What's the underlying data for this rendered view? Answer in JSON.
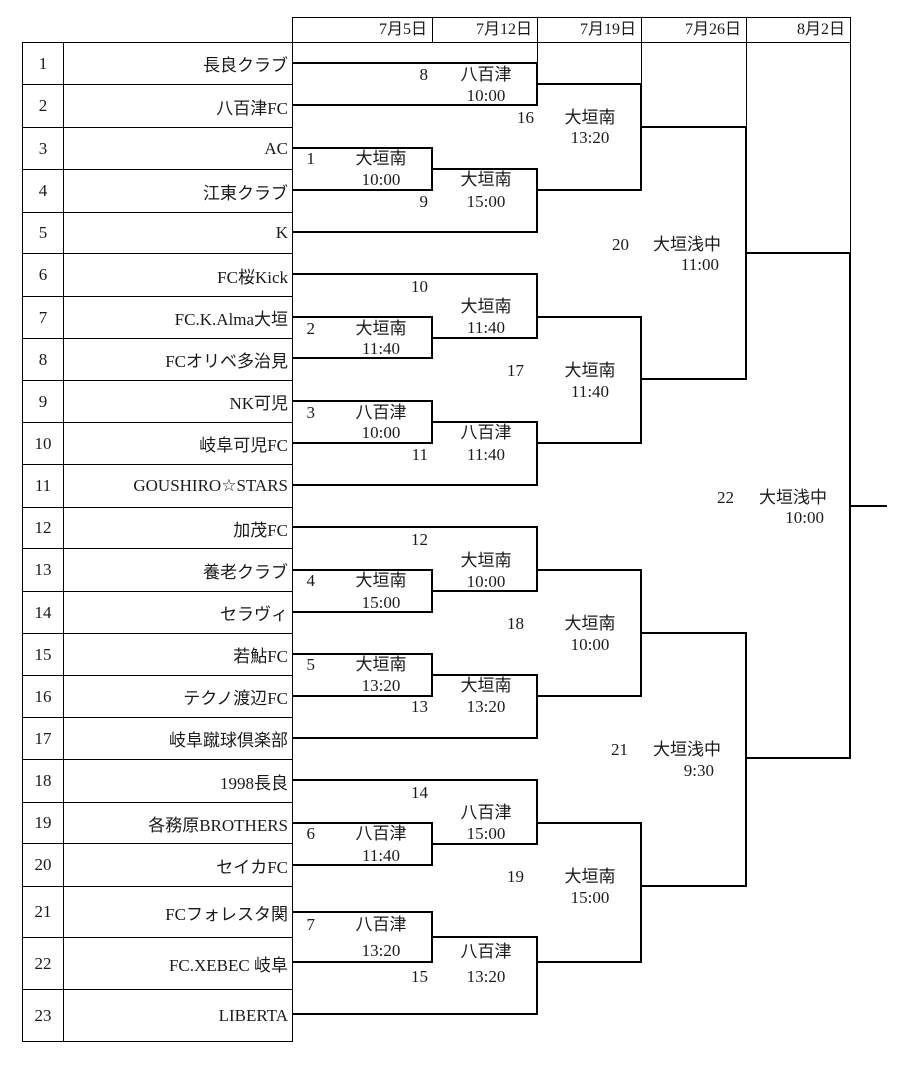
{
  "header": {
    "dates": [
      "7月5日",
      "7月12日",
      "7月19日",
      "7月26日",
      "8月2日"
    ]
  },
  "teams": [
    {
      "no": "1",
      "name": "長良クラブ"
    },
    {
      "no": "2",
      "name": "八百津FC"
    },
    {
      "no": "3",
      "name": "AC"
    },
    {
      "no": "4",
      "name": "江東クラブ"
    },
    {
      "no": "5",
      "name": "K"
    },
    {
      "no": "6",
      "name": "FC桜Kick"
    },
    {
      "no": "7",
      "name": "FC.K.Alma大垣"
    },
    {
      "no": "8",
      "name": "FCオリベ多治見"
    },
    {
      "no": "9",
      "name": "NK可児"
    },
    {
      "no": "10",
      "name": "岐阜可児FC"
    },
    {
      "no": "11",
      "name": "GOUSHIRO☆STARS"
    },
    {
      "no": "12",
      "name": "加茂FC"
    },
    {
      "no": "13",
      "name": "養老クラブ"
    },
    {
      "no": "14",
      "name": "セラヴィ"
    },
    {
      "no": "15",
      "name": "若鮎FC"
    },
    {
      "no": "16",
      "name": "テクノ渡辺FC"
    },
    {
      "no": "17",
      "name": "岐阜蹴球倶楽部"
    },
    {
      "no": "18",
      "name": "1998長良"
    },
    {
      "no": "19",
      "name": "各務原BROTHERS"
    },
    {
      "no": "20",
      "name": "セイカFC"
    },
    {
      "no": "21",
      "name": "FCフォレスタ関"
    },
    {
      "no": "22",
      "name": "FC.XEBEC 岐阜"
    },
    {
      "no": "23",
      "name": "LIBERTA"
    }
  ],
  "matches": [
    {
      "no": "1",
      "venue": "大垣南",
      "time": "10:00"
    },
    {
      "no": "2",
      "venue": "大垣南",
      "time": "11:40"
    },
    {
      "no": "3",
      "venue": "八百津",
      "time": "10:00"
    },
    {
      "no": "4",
      "venue": "大垣南",
      "time": "15:00"
    },
    {
      "no": "5",
      "venue": "大垣南",
      "time": "13:20"
    },
    {
      "no": "6",
      "venue": "八百津",
      "time": "11:40"
    },
    {
      "no": "7",
      "venue": "八百津",
      "time": "13:20"
    },
    {
      "no": "8",
      "venue": "八百津",
      "time": "10:00"
    },
    {
      "no": "9",
      "venue": "大垣南",
      "time": "15:00"
    },
    {
      "no": "10",
      "venue": "大垣南",
      "time": "11:40"
    },
    {
      "no": "11",
      "venue": "八百津",
      "time": "11:40"
    },
    {
      "no": "12",
      "venue": "大垣南",
      "time": "10:00"
    },
    {
      "no": "13",
      "venue": "大垣南",
      "time": "13:20"
    },
    {
      "no": "14",
      "venue": "八百津",
      "time": "15:00"
    },
    {
      "no": "15",
      "venue": "八百津",
      "time": "13:20"
    },
    {
      "no": "16",
      "venue": "大垣南",
      "time": "13:20"
    },
    {
      "no": "17",
      "venue": "大垣南",
      "time": "11:40"
    },
    {
      "no": "18",
      "venue": "大垣南",
      "time": "10:00"
    },
    {
      "no": "19",
      "venue": "大垣南",
      "time": "15:00"
    },
    {
      "no": "20",
      "venue": "大垣浅中",
      "time": "11:00"
    },
    {
      "no": "21",
      "venue": "大垣浅中",
      "time": "9:30"
    },
    {
      "no": "22",
      "venue": "大垣浅中",
      "time": "10:00"
    }
  ]
}
